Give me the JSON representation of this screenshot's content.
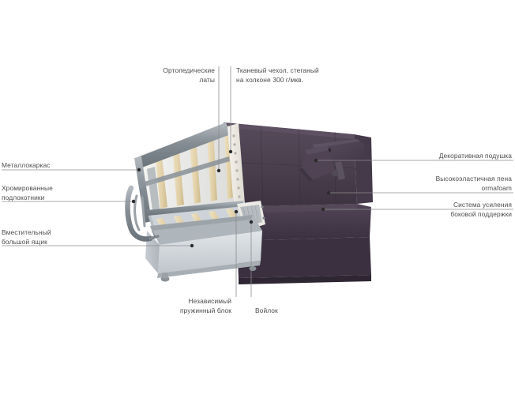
{
  "background_color": "#ffffff",
  "text_color": "#4c4c4c",
  "leader_line_color": "#8c8c8c",
  "palette": {
    "upholstery_purple": "#4a3f4d",
    "upholstery_purple_dark": "#3b3240",
    "upholstery_purple_light": "#574b5b",
    "frame_gray": "#8e969c",
    "frame_gray_dark": "#6f777d",
    "box_gray": "#c9ced3",
    "box_gray_light": "#dfe3e6",
    "slat_wood": "#e4d4af",
    "slat_wood_dark": "#cdb98c",
    "spring_white": "#f2f0ea",
    "felt_gray": "#b7bcc1"
  },
  "callouts": {
    "orthopedic_slats": {
      "label": "Ортопедические\nлаты",
      "align": "right"
    },
    "fabric_cover": {
      "label": "Тканевый чехол, стеганый\nна холконе 300 г/мкв.",
      "align": "left"
    },
    "metal_frame": {
      "label": "Металлокаркас",
      "align": "left"
    },
    "chrome_armrests": {
      "label": "Хромированные\nподлокотники",
      "align": "left"
    },
    "large_storage_box": {
      "label": "Вместительный\nбольшой ящик",
      "align": "left"
    },
    "decorative_pillow": {
      "label": "Декоративная подушка",
      "align": "right"
    },
    "high_elastic_foam": {
      "label": "Высокоэластичная пена\normafoam",
      "align": "right"
    },
    "side_support_system": {
      "label": "Система усиления\nбоковой поддержки",
      "align": "right"
    },
    "independent_spring_block": {
      "label": "Независимый\nпружинный блок",
      "align": "right"
    },
    "felt": {
      "label": "Войлок",
      "align": "left"
    }
  }
}
